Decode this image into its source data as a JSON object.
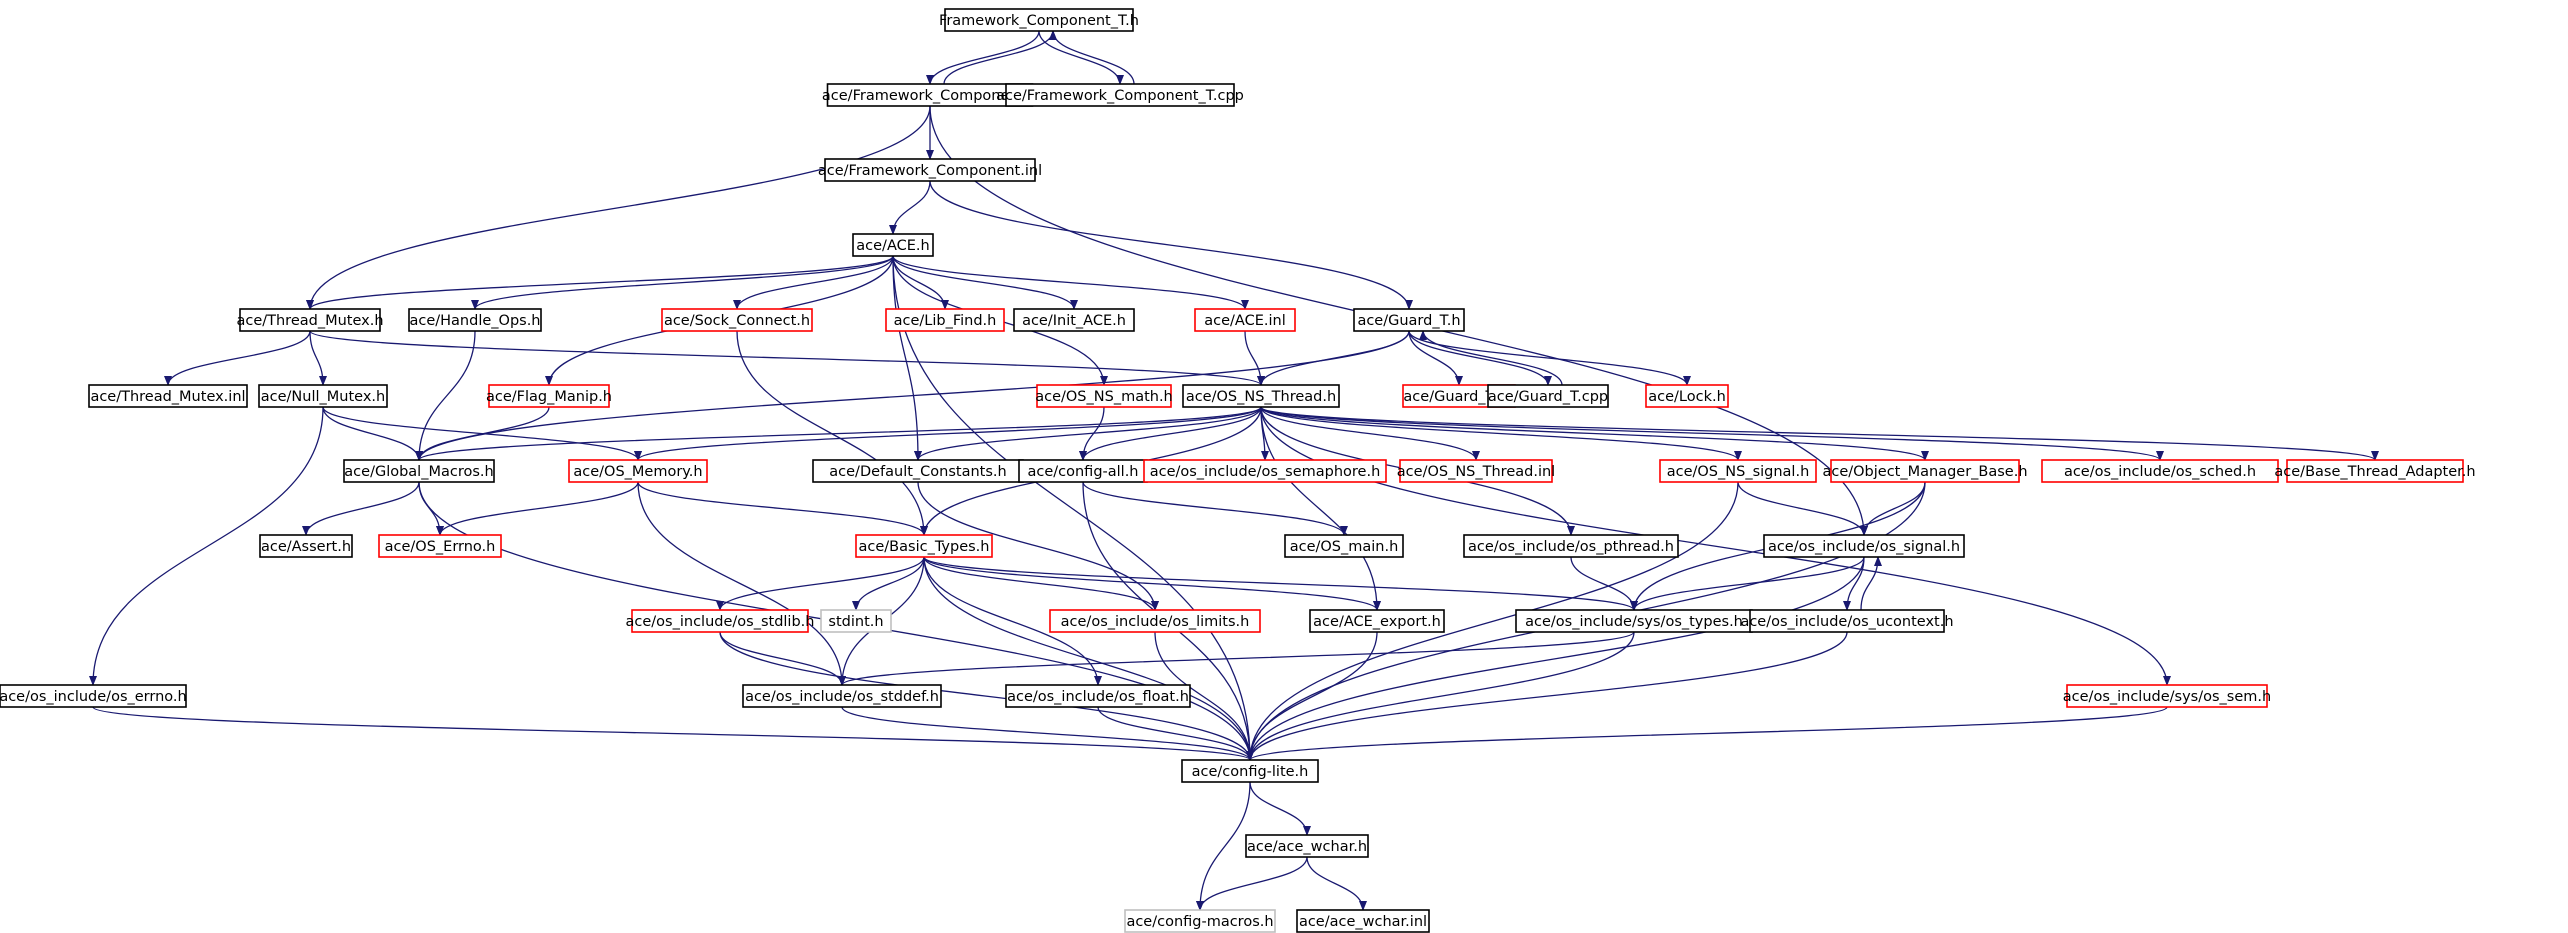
{
  "colors": {
    "edge": "#191970",
    "root_fill": "#bfbfbf",
    "border_documented": "#000000",
    "border_undocumented": "#ff0000",
    "border_external": "#bfbfbf"
  },
  "nodes": [
    {
      "id": "n0",
      "label": "Framework_Component_T.h",
      "style": "root"
    },
    {
      "id": "n1",
      "label": "ace/Framework_Component.h",
      "style": "normal"
    },
    {
      "id": "n2",
      "label": "ace/Framework_Component_T.cpp",
      "style": "normal"
    },
    {
      "id": "n3",
      "label": "ace/Framework_Component.inl",
      "style": "normal"
    },
    {
      "id": "n4",
      "label": "ace/ACE.h",
      "style": "normal"
    },
    {
      "id": "n5",
      "label": "ace/Thread_Mutex.h",
      "style": "normal"
    },
    {
      "id": "n6",
      "label": "ace/Handle_Ops.h",
      "style": "normal"
    },
    {
      "id": "n7",
      "label": "ace/Sock_Connect.h",
      "style": "red"
    },
    {
      "id": "n8",
      "label": "ace/Lib_Find.h",
      "style": "red"
    },
    {
      "id": "n9",
      "label": "ace/Init_ACE.h",
      "style": "normal"
    },
    {
      "id": "n10",
      "label": "ace/ACE.inl",
      "style": "red"
    },
    {
      "id": "n11",
      "label": "ace/Guard_T.h",
      "style": "normal"
    },
    {
      "id": "n12",
      "label": "ace/Thread_Mutex.inl",
      "style": "normal"
    },
    {
      "id": "n13",
      "label": "ace/Null_Mutex.h",
      "style": "normal"
    },
    {
      "id": "n14",
      "label": "ace/Flag_Manip.h",
      "style": "red"
    },
    {
      "id": "n15",
      "label": "ace/OS_NS_math.h",
      "style": "red"
    },
    {
      "id": "n16",
      "label": "ace/OS_NS_Thread.h",
      "style": "normal"
    },
    {
      "id": "n17",
      "label": "ace/Guard_T.inl",
      "style": "red"
    },
    {
      "id": "n18",
      "label": "ace/Guard_T.cpp",
      "style": "normal"
    },
    {
      "id": "n19",
      "label": "ace/Lock.h",
      "style": "red"
    },
    {
      "id": "n20",
      "label": "ace/Global_Macros.h",
      "style": "normal"
    },
    {
      "id": "n21",
      "label": "ace/OS_Memory.h",
      "style": "red"
    },
    {
      "id": "n22",
      "label": "ace/Default_Constants.h",
      "style": "normal"
    },
    {
      "id": "n23",
      "label": "ace/config-all.h",
      "style": "normal"
    },
    {
      "id": "n24",
      "label": "ace/os_include/os_semaphore.h",
      "style": "red"
    },
    {
      "id": "n25",
      "label": "ace/OS_NS_Thread.inl",
      "style": "red"
    },
    {
      "id": "n26",
      "label": "ace/OS_NS_signal.h",
      "style": "red"
    },
    {
      "id": "n27",
      "label": "ace/Object_Manager_Base.h",
      "style": "red"
    },
    {
      "id": "n28",
      "label": "ace/os_include/os_sched.h",
      "style": "red"
    },
    {
      "id": "n29",
      "label": "ace/Base_Thread_Adapter.h",
      "style": "red"
    },
    {
      "id": "n30",
      "label": "ace/Assert.h",
      "style": "normal"
    },
    {
      "id": "n31",
      "label": "ace/OS_Errno.h",
      "style": "red"
    },
    {
      "id": "n32",
      "label": "ace/Basic_Types.h",
      "style": "red"
    },
    {
      "id": "n33",
      "label": "ace/OS_main.h",
      "style": "normal"
    },
    {
      "id": "n34",
      "label": "ace/os_include/os_pthread.h",
      "style": "normal"
    },
    {
      "id": "n35",
      "label": "ace/os_include/os_signal.h",
      "style": "normal"
    },
    {
      "id": "n36",
      "label": "ace/os_include/os_stdlib.h",
      "style": "red"
    },
    {
      "id": "n37",
      "label": "stdint.h",
      "style": "gray"
    },
    {
      "id": "n38",
      "label": "ace/os_include/os_limits.h",
      "style": "red"
    },
    {
      "id": "n39",
      "label": "ace/ACE_export.h",
      "style": "normal"
    },
    {
      "id": "n40",
      "label": "ace/os_include/sys/os_types.h",
      "style": "normal"
    },
    {
      "id": "n41",
      "label": "ace/os_include/os_ucontext.h",
      "style": "normal"
    },
    {
      "id": "n42",
      "label": "ace/os_include/os_errno.h",
      "style": "normal"
    },
    {
      "id": "n43",
      "label": "ace/os_include/os_stddef.h",
      "style": "normal"
    },
    {
      "id": "n44",
      "label": "ace/os_include/os_float.h",
      "style": "normal"
    },
    {
      "id": "n45",
      "label": "ace/os_include/sys/os_sem.h",
      "style": "red"
    },
    {
      "id": "n46",
      "label": "ace/config-lite.h",
      "style": "normal"
    },
    {
      "id": "n47",
      "label": "ace/ace_wchar.h",
      "style": "normal"
    },
    {
      "id": "n48",
      "label": "ace/config-macros.h",
      "style": "gray"
    },
    {
      "id": "n49",
      "label": "ace/ace_wchar.inl",
      "style": "normal"
    }
  ],
  "edges": [
    [
      "n0",
      "n1"
    ],
    [
      "n0",
      "n2"
    ],
    [
      "n1",
      "n0"
    ],
    [
      "n2",
      "n0"
    ],
    [
      "n1",
      "n3"
    ],
    [
      "n1",
      "n5"
    ],
    [
      "n1",
      "n35"
    ],
    [
      "n3",
      "n4"
    ],
    [
      "n3",
      "n11"
    ],
    [
      "n4",
      "n5"
    ],
    [
      "n4",
      "n6"
    ],
    [
      "n4",
      "n7"
    ],
    [
      "n4",
      "n8"
    ],
    [
      "n4",
      "n9"
    ],
    [
      "n4",
      "n10"
    ],
    [
      "n4",
      "n14"
    ],
    [
      "n4",
      "n15"
    ],
    [
      "n4",
      "n22"
    ],
    [
      "n4",
      "n46"
    ],
    [
      "n5",
      "n12"
    ],
    [
      "n5",
      "n13"
    ],
    [
      "n5",
      "n16"
    ],
    [
      "n6",
      "n20"
    ],
    [
      "n7",
      "n32"
    ],
    [
      "n10",
      "n16"
    ],
    [
      "n11",
      "n16"
    ],
    [
      "n11",
      "n17"
    ],
    [
      "n11",
      "n18"
    ],
    [
      "n11",
      "n19"
    ],
    [
      "n11",
      "n20"
    ],
    [
      "n18",
      "n11"
    ],
    [
      "n13",
      "n20"
    ],
    [
      "n13",
      "n21"
    ],
    [
      "n13",
      "n42"
    ],
    [
      "n14",
      "n20"
    ],
    [
      "n15",
      "n23"
    ],
    [
      "n16",
      "n20"
    ],
    [
      "n16",
      "n21"
    ],
    [
      "n16",
      "n22"
    ],
    [
      "n16",
      "n23"
    ],
    [
      "n16",
      "n24"
    ],
    [
      "n16",
      "n25"
    ],
    [
      "n16",
      "n26"
    ],
    [
      "n16",
      "n27"
    ],
    [
      "n16",
      "n28"
    ],
    [
      "n16",
      "n29"
    ],
    [
      "n16",
      "n32"
    ],
    [
      "n16",
      "n34"
    ],
    [
      "n16",
      "n39"
    ],
    [
      "n16",
      "n45"
    ],
    [
      "n20",
      "n30"
    ],
    [
      "n20",
      "n31"
    ],
    [
      "n20",
      "n46"
    ],
    [
      "n21",
      "n31"
    ],
    [
      "n21",
      "n32"
    ],
    [
      "n21",
      "n43"
    ],
    [
      "n22",
      "n38"
    ],
    [
      "n23",
      "n33"
    ],
    [
      "n23",
      "n46"
    ],
    [
      "n26",
      "n35"
    ],
    [
      "n26",
      "n46"
    ],
    [
      "n27",
      "n35"
    ],
    [
      "n27",
      "n40"
    ],
    [
      "n27",
      "n46"
    ],
    [
      "n32",
      "n36"
    ],
    [
      "n32",
      "n37"
    ],
    [
      "n32",
      "n38"
    ],
    [
      "n32",
      "n39"
    ],
    [
      "n32",
      "n40"
    ],
    [
      "n32",
      "n43"
    ],
    [
      "n32",
      "n44"
    ],
    [
      "n32",
      "n46"
    ],
    [
      "n34",
      "n40"
    ],
    [
      "n35",
      "n40"
    ],
    [
      "n35",
      "n41"
    ],
    [
      "n35",
      "n46"
    ],
    [
      "n41",
      "n35"
    ],
    [
      "n41",
      "n46"
    ],
    [
      "n36",
      "n43"
    ],
    [
      "n36",
      "n46"
    ],
    [
      "n38",
      "n46"
    ],
    [
      "n39",
      "n46"
    ],
    [
      "n40",
      "n43"
    ],
    [
      "n40",
      "n46"
    ],
    [
      "n42",
      "n46"
    ],
    [
      "n43",
      "n46"
    ],
    [
      "n44",
      "n46"
    ],
    [
      "n45",
      "n46"
    ],
    [
      "n46",
      "n47"
    ],
    [
      "n46",
      "n48"
    ],
    [
      "n47",
      "n48"
    ],
    [
      "n47",
      "n49"
    ]
  ]
}
